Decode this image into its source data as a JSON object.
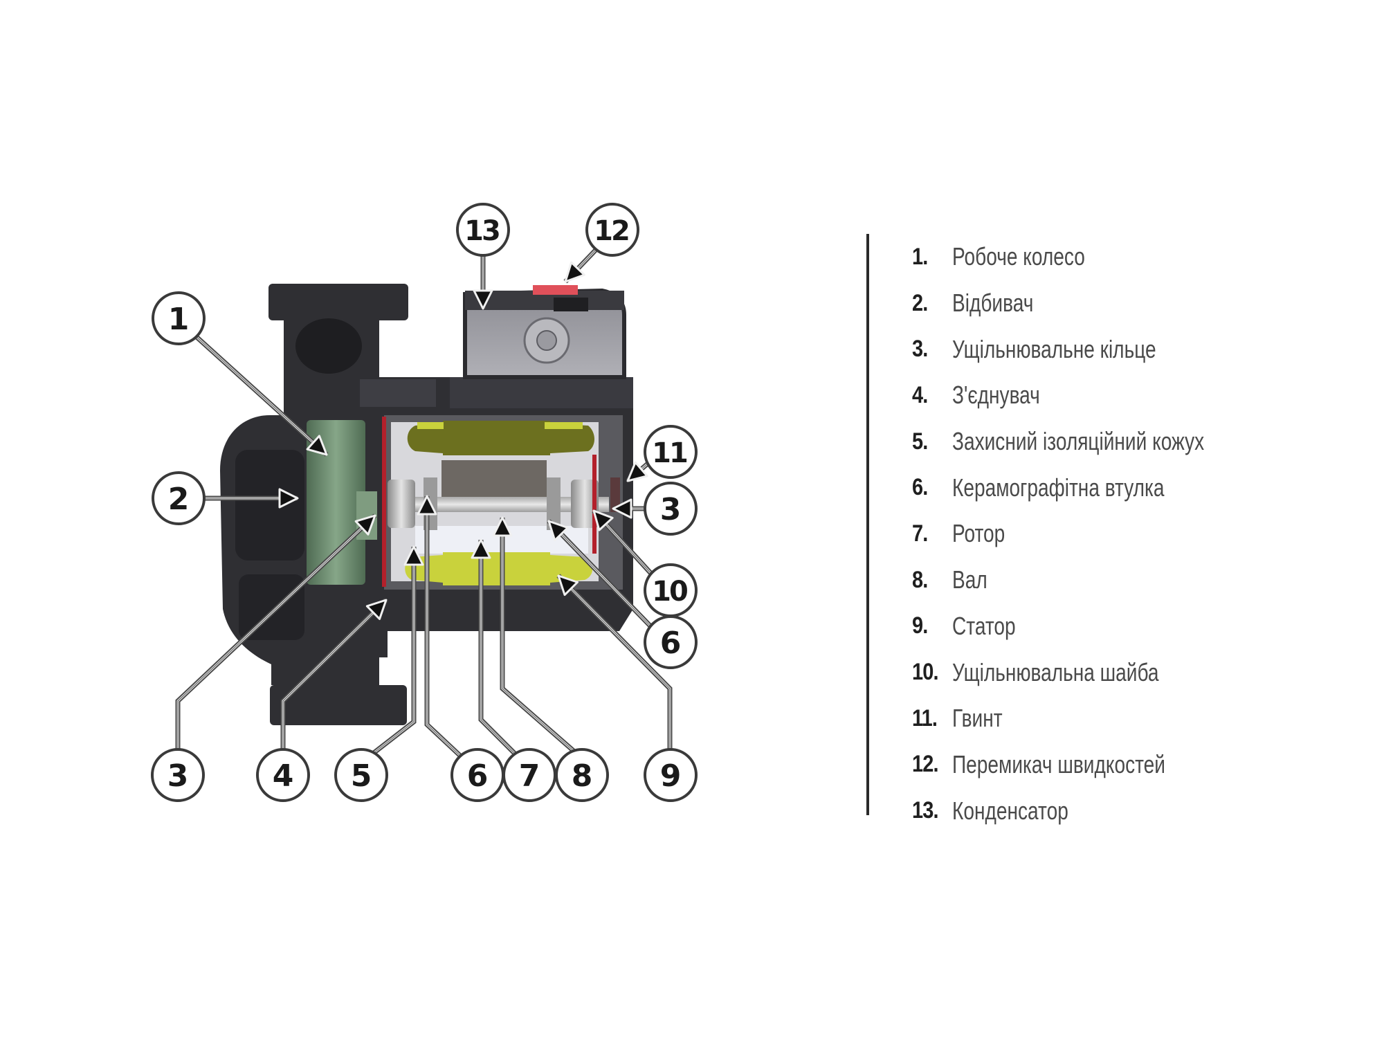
{
  "callouts": {
    "c1": "1",
    "c2": "2",
    "c3_left": "3",
    "c3_right": "3",
    "c4": "4",
    "c5": "5",
    "c6_bottom": "6",
    "c6_right": "6",
    "c7": "7",
    "c8": "8",
    "c9": "9",
    "c10": "10",
    "c11": "11",
    "c12": "12",
    "c13": "13"
  },
  "legend": [
    {
      "num": "1.",
      "label": "Робоче колесо"
    },
    {
      "num": "2.",
      "label": "Відбивач"
    },
    {
      "num": "3.",
      "label": "Ущільнювальне кільце"
    },
    {
      "num": "4.",
      "label": "З'єднувач"
    },
    {
      "num": "5.",
      "label": "Захисний ізоляційний кожух"
    },
    {
      "num": "6.",
      "label": "Керамографітна втулка"
    },
    {
      "num": "7.",
      "label": "Ротор"
    },
    {
      "num": "8.",
      "label": "Вал"
    },
    {
      "num": "9.",
      "label": "Статор"
    },
    {
      "num": "10.",
      "label": "Ущільнювальна шайба"
    },
    {
      "num": "11.",
      "label": "Гвинт"
    },
    {
      "num": "12.",
      "label": "Перемикач швидкостей"
    },
    {
      "num": "13.",
      "label": "Конденсатор"
    }
  ],
  "colors": {
    "housing": "#2f2f33",
    "housing_light": "#45454b",
    "impeller": "#6f8f72",
    "stator": "#c9d23c",
    "stator_dark": "#6c701f",
    "rotor": "#6d6863",
    "shaft": "#cfcfcf",
    "seal_red": "#b3202b",
    "switch_red": "#e0505a",
    "terminal_box": "#9a9aa0"
  }
}
